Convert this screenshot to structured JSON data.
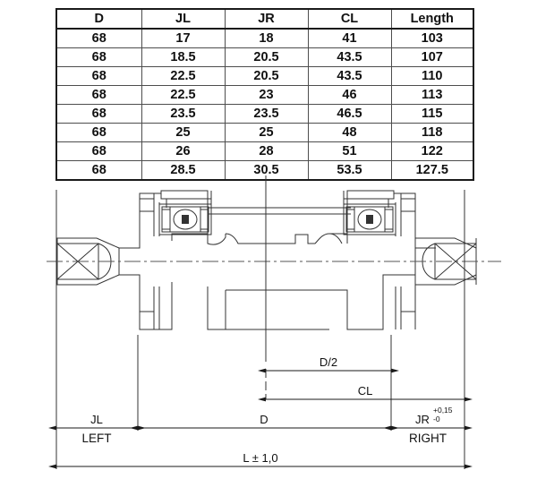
{
  "document": {
    "type": "technical-drawing",
    "subject": "Bottom bracket cartridge dimensional drawing"
  },
  "table": {
    "columns": [
      "D",
      "JL",
      "JR",
      "CL",
      "Length"
    ],
    "rows": [
      [
        "68",
        "17",
        "18",
        "41",
        "103"
      ],
      [
        "68",
        "18.5",
        "20.5",
        "43.5",
        "107"
      ],
      [
        "68",
        "22.5",
        "20.5",
        "43.5",
        "110"
      ],
      [
        "68",
        "22.5",
        "23",
        "46",
        "113"
      ],
      [
        "68",
        "23.5",
        "23.5",
        "46.5",
        "115"
      ],
      [
        "68",
        "25",
        "25",
        "48",
        "118"
      ],
      [
        "68",
        "26",
        "28",
        "51",
        "122"
      ],
      [
        "68",
        "28.5",
        "30.5",
        "53.5",
        "127.5"
      ]
    ]
  },
  "drawing": {
    "dimensions": {
      "half_d": "D/2",
      "cl": "CL",
      "jl": "JL",
      "d": "D",
      "jr": "JR",
      "jr_tol_upper": "+0,15",
      "jr_tol_lower": "-0",
      "overall": "L ± 1,0"
    },
    "side_labels": {
      "left": "LEFT",
      "right": "RIGHT"
    }
  },
  "colors": {
    "line": "#1a1a1a",
    "thin_line": "#4d4d4d",
    "background": "#ffffff"
  }
}
